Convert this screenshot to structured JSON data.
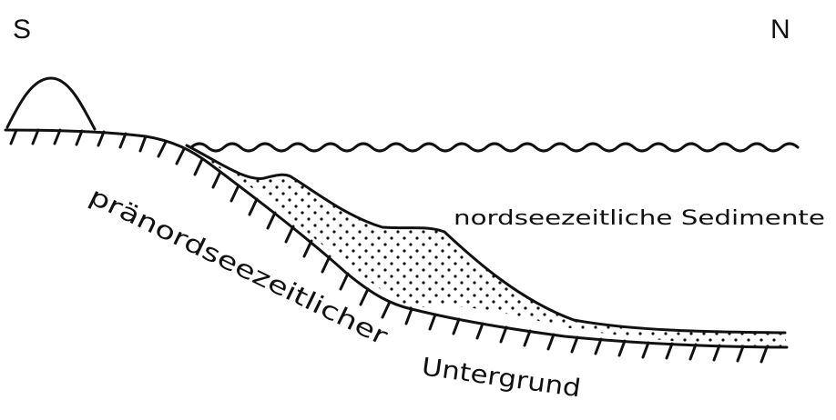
{
  "diagram": {
    "labels": {
      "south": "S",
      "north": "N",
      "sediments": "nordseezeitliche Sedimente",
      "basement_line1": "pränordseezeitlicher",
      "basement_line2": "Untergrund"
    },
    "ink_color": "#111111",
    "background_color": "#ffffff"
  }
}
